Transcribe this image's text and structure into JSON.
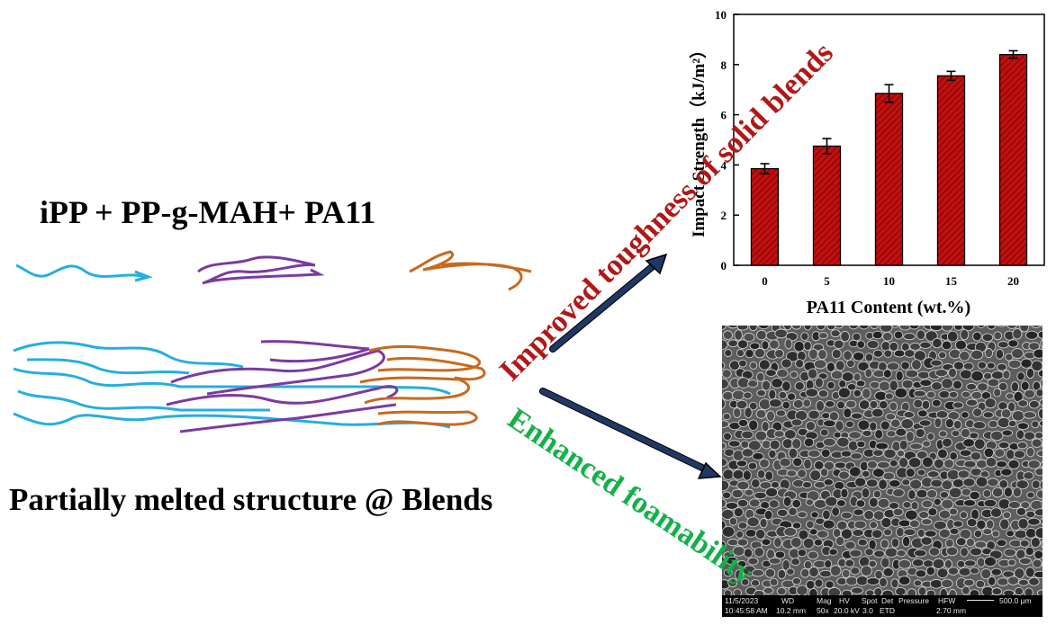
{
  "formula_label": "iPP + PP-g-MAH+ PA11",
  "structure_label": "Partially melted structure @ Blends",
  "arrow_labels": {
    "toughness": "Improved toughness of solid blends",
    "foamability": "Enhanced foamability"
  },
  "colors": {
    "toughness_text": "#b01818",
    "foam_text": "#14b04a",
    "arrow": "#1f3864",
    "chain_ipp": "#25aee0",
    "chain_ppgmah": "#7b3aa0",
    "chain_pa11": "#c8691e",
    "bar_fill": "#c01010"
  },
  "chart_data": {
    "type": "bar",
    "categories": [
      "0",
      "5",
      "10",
      "15",
      "20"
    ],
    "values": [
      3.85,
      4.75,
      6.85,
      7.55,
      8.4
    ],
    "errors": [
      0.2,
      0.3,
      0.35,
      0.18,
      0.15
    ],
    "xlabel": "PA11 Content  (wt.%)",
    "ylabel": "Impact Strength（kJ/m²）",
    "ylim": [
      0,
      10
    ],
    "yticks": [
      "0",
      "2",
      "4",
      "6",
      "8",
      "10"
    ],
    "grid": false,
    "bar_pattern": "hatched"
  },
  "sem": {
    "info_row1": [
      "11/5/2023",
      "WD",
      "Mag",
      "HV",
      "Spot",
      "Det",
      "Pressure",
      "HFW"
    ],
    "info_row2": [
      "10:45:58 AM",
      "10.2 mm",
      "50x",
      "20.0 kV",
      "3.0",
      "ETD",
      "",
      "2.70 mm"
    ],
    "scale_label": "500.0 μm"
  }
}
